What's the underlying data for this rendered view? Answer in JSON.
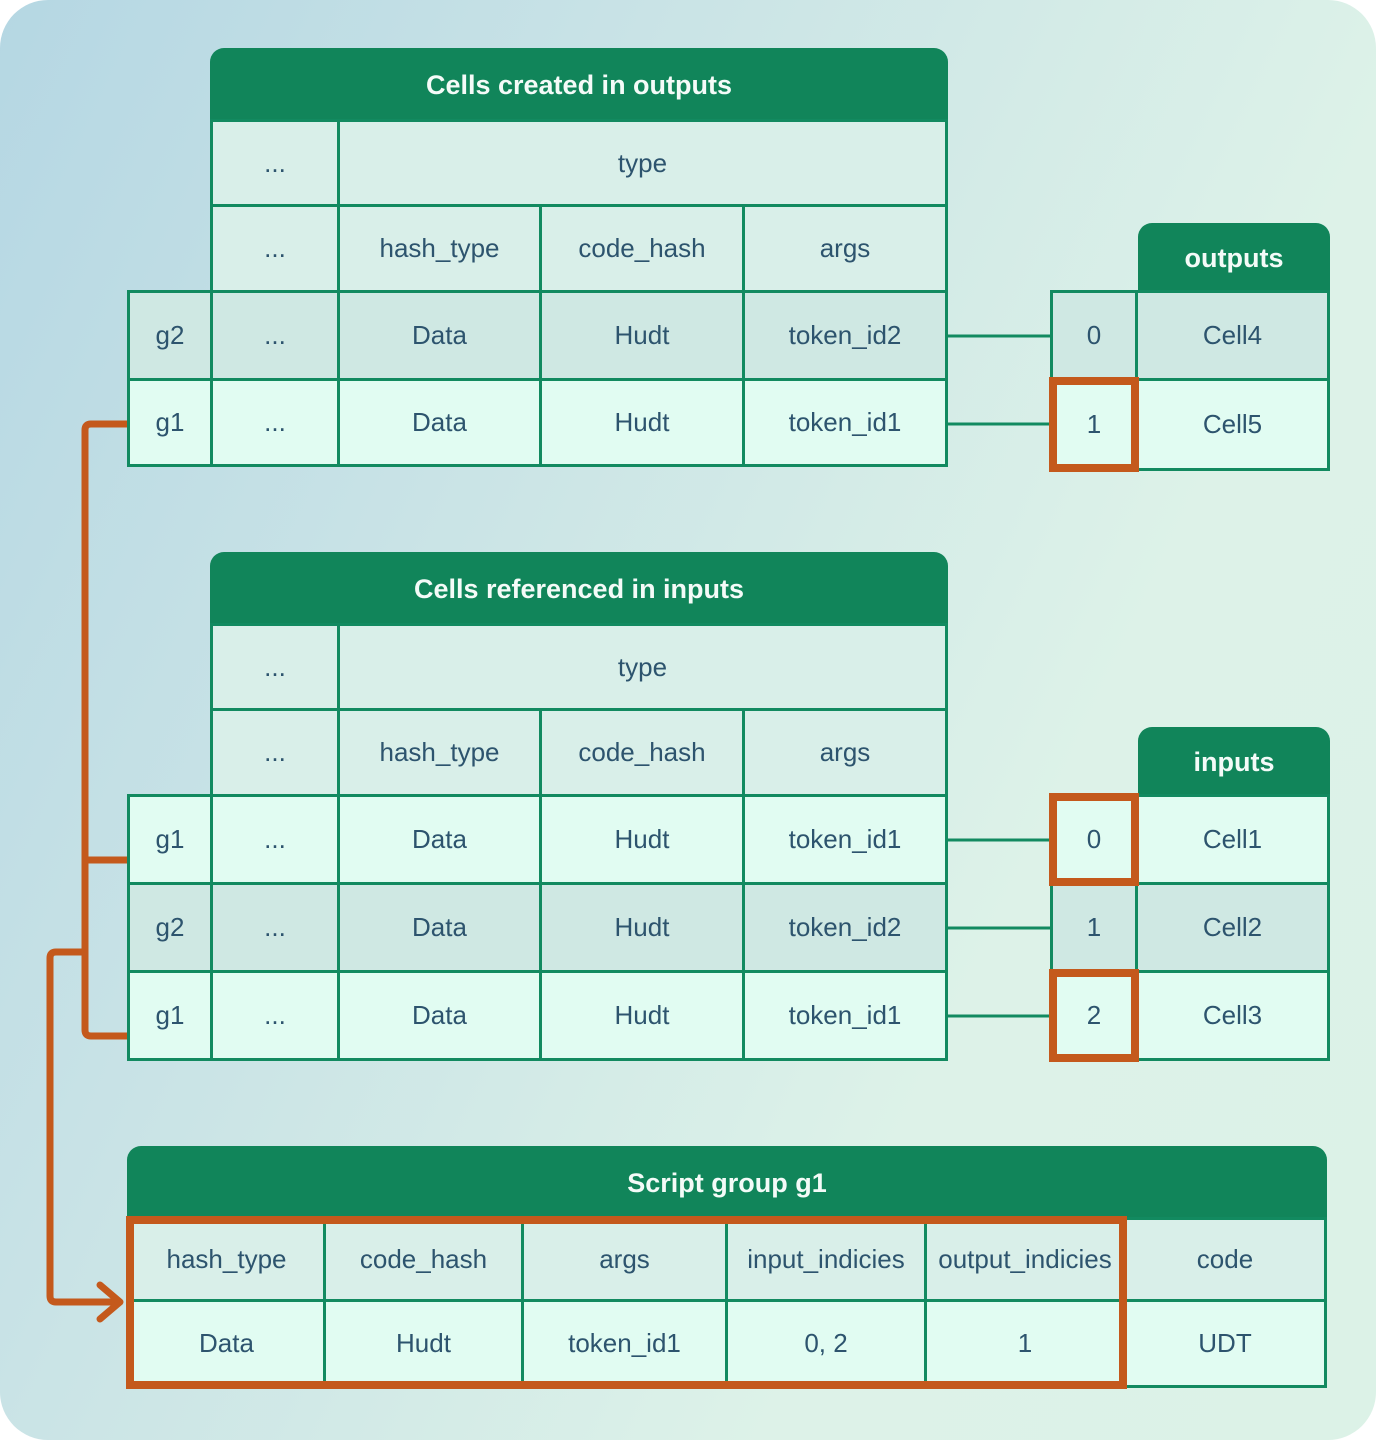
{
  "colors": {
    "canvas-blue": "#b5d7e3",
    "canvas-mint": "#ddf2e8",
    "header-green": "#11855a",
    "border-green": "#128a60",
    "orange": "#c4591c",
    "text-dark": "#2d546e",
    "title-text": "#f4fbf8",
    "cell-dim": "#d9efe9",
    "cell-dim-dark": "#cfe8e3",
    "cell-highlight": "#e1fcf2"
  },
  "outputs_cells": {
    "title": "Cells created in outputs",
    "ellipsis": "...",
    "type_header": "type",
    "columns": [
      "hash_type",
      "code_hash",
      "args"
    ],
    "rows": [
      {
        "label": "g2",
        "ellipsis": "...",
        "hash_type": "Data",
        "code_hash": "Hudt",
        "args": "token_id2"
      },
      {
        "label": "g1",
        "ellipsis": "...",
        "hash_type": "Data",
        "code_hash": "Hudt",
        "args": "token_id1"
      }
    ]
  },
  "outputs_list": {
    "title": "outputs",
    "rows": [
      {
        "index": "0",
        "cell": "Cell4"
      },
      {
        "index": "1",
        "cell": "Cell5"
      }
    ]
  },
  "inputs_cells": {
    "title": "Cells referenced in inputs",
    "ellipsis": "...",
    "type_header": "type",
    "columns": [
      "hash_type",
      "code_hash",
      "args"
    ],
    "rows": [
      {
        "label": "g1",
        "ellipsis": "...",
        "hash_type": "Data",
        "code_hash": "Hudt",
        "args": "token_id1"
      },
      {
        "label": "g2",
        "ellipsis": "...",
        "hash_type": "Data",
        "code_hash": "Hudt",
        "args": "token_id2"
      },
      {
        "label": "g1",
        "ellipsis": "...",
        "hash_type": "Data",
        "code_hash": "Hudt",
        "args": "token_id1"
      }
    ]
  },
  "inputs_list": {
    "title": "inputs",
    "rows": [
      {
        "index": "0",
        "cell": "Cell1"
      },
      {
        "index": "1",
        "cell": "Cell2"
      },
      {
        "index": "2",
        "cell": "Cell3"
      }
    ]
  },
  "script_group": {
    "title": "Script group g1",
    "columns": [
      "hash_type",
      "code_hash",
      "args",
      "input_indicies",
      "output_indicies",
      "code"
    ],
    "values": [
      "Data",
      "Hudt",
      "token_id1",
      "0, 2",
      "1",
      "UDT"
    ]
  }
}
